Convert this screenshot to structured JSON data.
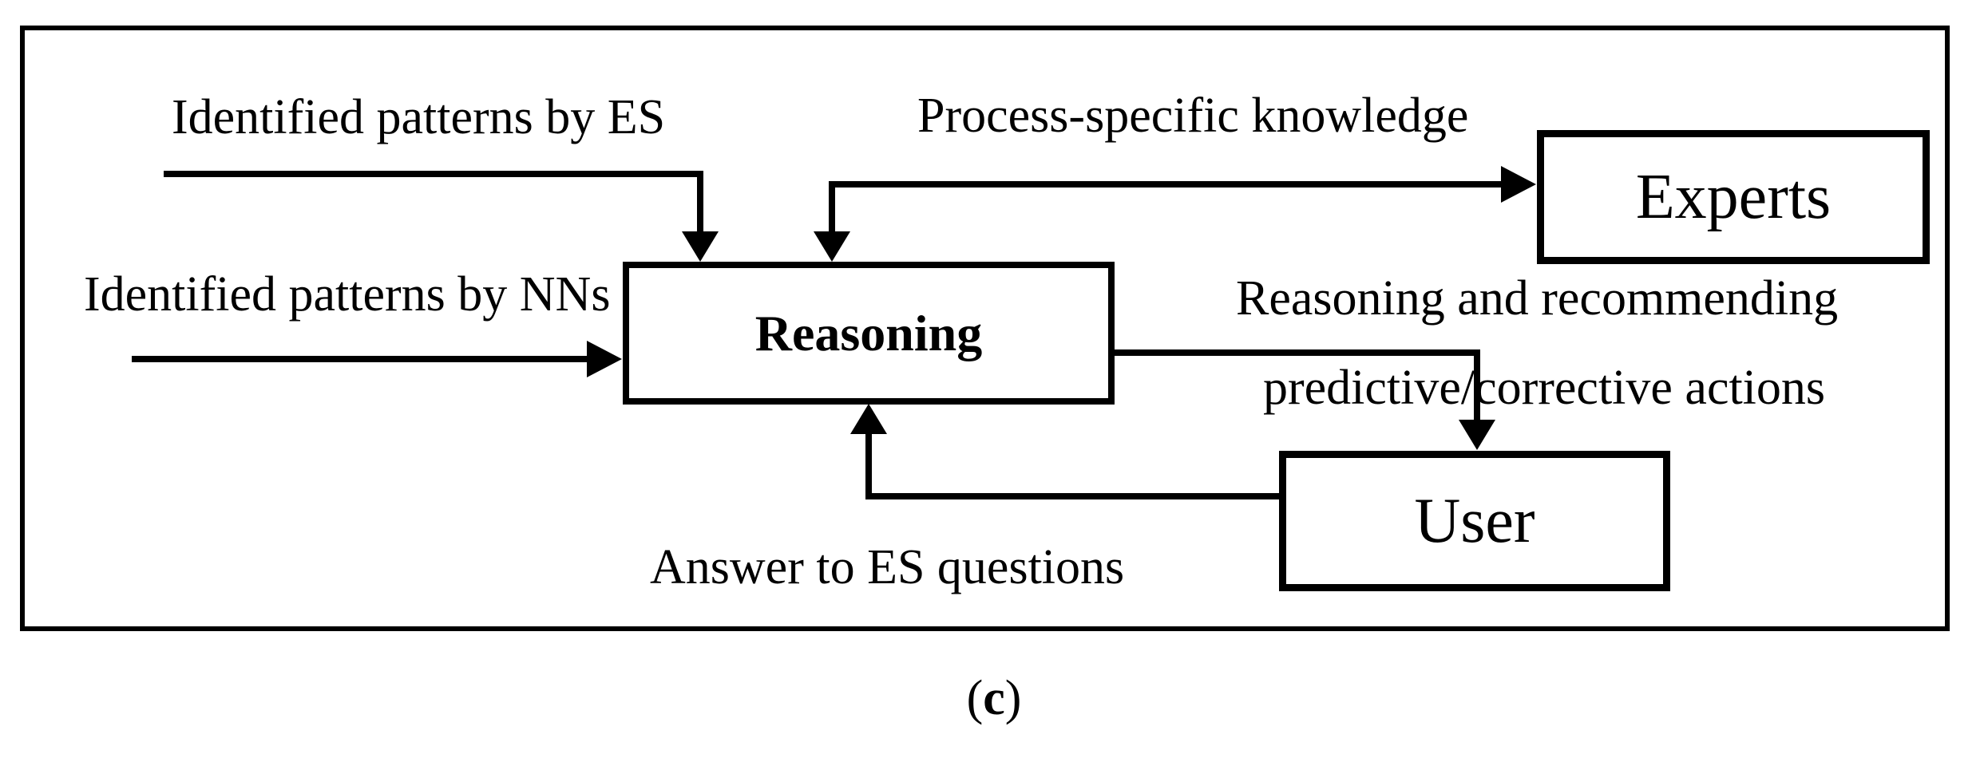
{
  "figure": {
    "background": "#ffffff",
    "line_color": "#000000",
    "nodes": {
      "reasoning": "Reasoning",
      "experts": "Experts",
      "user": "User"
    },
    "edge_labels": {
      "es_patterns": "Identified patterns by ES",
      "nn_patterns": "Identified patterns by NNs",
      "process_knowledge": "Process-specific knowledge",
      "reasoning_recommending_line1": "Reasoning and recommending",
      "reasoning_recommending_line2": "predictive/corrective actions",
      "answer_to_es": "Answer to ES questions"
    },
    "caption": {
      "open": "(",
      "letter": "c",
      "close": ")"
    }
  }
}
